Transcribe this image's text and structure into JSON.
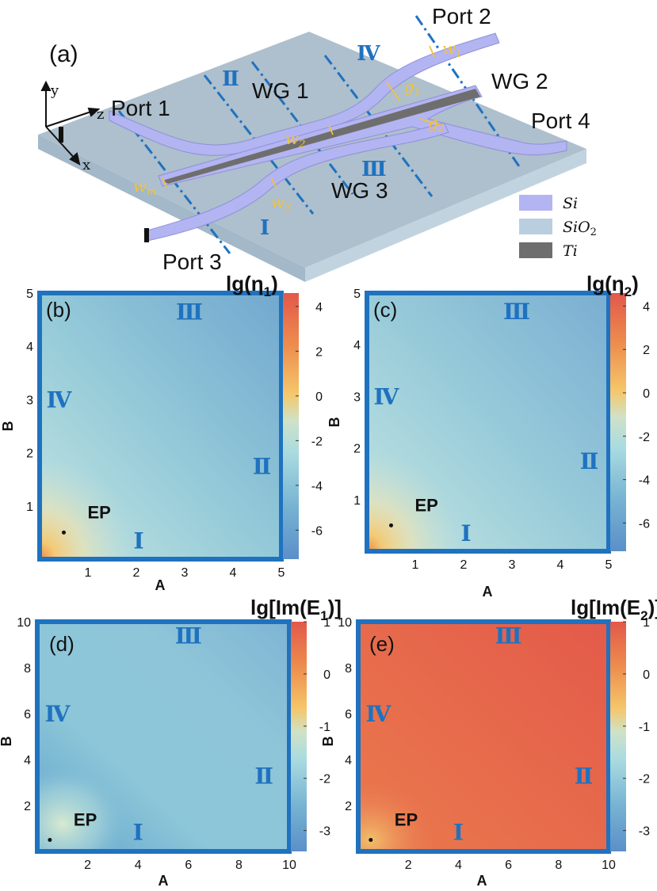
{
  "colors": {
    "si": "#b3b4f2",
    "sio2": "#b9cfe0",
    "ti": "#6e6e6e",
    "frame": "#1f72bf",
    "roman": "#1f72bf",
    "label": "#f2c23c",
    "substrate_top": "#a9bccb"
  },
  "panel_a": {
    "letter": "(a)",
    "ports": [
      "Port 1",
      "Port 2",
      "Port 3",
      "Port 4"
    ],
    "waveguides": [
      "WG 1",
      "WG 2",
      "WG 3"
    ],
    "regions": [
      "Ⅰ",
      "Ⅱ",
      "Ⅲ",
      "Ⅳ"
    ],
    "axes": [
      "y",
      "z",
      "x"
    ],
    "dimension_labels": [
      "w",
      "1",
      "g",
      "1",
      "w",
      "2",
      "g",
      "2",
      "w",
      "m",
      "w",
      "3"
    ],
    "legend": [
      {
        "name": "Si",
        "color": "#b3b4f2"
      },
      {
        "name": "SiO",
        "sub": "2",
        "color": "#b9cfe0"
      },
      {
        "name": "Ti",
        "color": "#6e6e6e"
      }
    ]
  },
  "chart_data": [
    {
      "type": "heatmap",
      "panel": "(b)",
      "colorbar_title": "lg(η",
      "colorbar_title_sub": "1",
      "colorbar_title_end": ")",
      "xlabel": "A",
      "ylabel": "B",
      "xlim": [
        0,
        5
      ],
      "ylim": [
        0,
        5
      ],
      "xticks": [
        "1",
        "2",
        "3",
        "4",
        "5"
      ],
      "yticks": [
        "1",
        "2",
        "3",
        "4",
        "5"
      ],
      "colorbar_ticks": [
        "4",
        "2",
        "0",
        "-2",
        "-4",
        "-6"
      ],
      "colorbar_range": [
        -7.3,
        4.6
      ],
      "ep": {
        "label": "EP",
        "x": 0.5,
        "y": 0.5
      },
      "region_labels": [
        {
          "text": "Ⅲ",
          "x": 3.1,
          "y": 4.65
        },
        {
          "text": "Ⅳ",
          "x": 0.4,
          "y": 3.0
        },
        {
          "text": "Ⅱ",
          "x": 4.6,
          "y": 1.75
        },
        {
          "text": "Ⅰ",
          "x": 2.05,
          "y": 0.35
        }
      ]
    },
    {
      "type": "heatmap",
      "panel": "(c)",
      "colorbar_title": "lg(η",
      "colorbar_title_sub": "2",
      "colorbar_title_end": ")",
      "xlabel": "A",
      "ylabel": "B",
      "xlim": [
        0,
        5
      ],
      "ylim": [
        0,
        5
      ],
      "xticks": [
        "1",
        "2",
        "3",
        "4",
        "5"
      ],
      "yticks": [
        "1",
        "2",
        "3",
        "4",
        "5"
      ],
      "colorbar_ticks": [
        "4",
        "2",
        "0",
        "-2",
        "-4",
        "-6"
      ],
      "colorbar_range": [
        -7.3,
        4.6
      ],
      "ep": {
        "label": "EP",
        "x": 0.5,
        "y": 0.5
      },
      "region_labels": [
        {
          "text": "Ⅲ",
          "x": 3.1,
          "y": 4.65
        },
        {
          "text": "Ⅳ",
          "x": 0.4,
          "y": 3.0
        },
        {
          "text": "Ⅱ",
          "x": 4.6,
          "y": 1.75
        },
        {
          "text": "Ⅰ",
          "x": 2.05,
          "y": 0.35
        }
      ]
    },
    {
      "type": "heatmap",
      "panel": "(d)",
      "colorbar_title": "lg[Im(E",
      "colorbar_title_sub": "1",
      "colorbar_title_end": ")]",
      "xlabel": "A",
      "ylabel": "B",
      "xlim": [
        0,
        10
      ],
      "ylim": [
        0,
        10
      ],
      "xticks": [
        "2",
        "4",
        "6",
        "8",
        "10"
      ],
      "yticks": [
        "2",
        "4",
        "6",
        "8",
        "10"
      ],
      "colorbar_ticks": [
        "1",
        "0",
        "-1",
        "-2",
        "-3"
      ],
      "colorbar_range": [
        -3.4,
        1.0
      ],
      "ep": {
        "label": "EP",
        "x": 0.5,
        "y": 0.5
      },
      "region_labels": [
        {
          "text": "Ⅲ",
          "x": 6.0,
          "y": 9.4
        },
        {
          "text": "Ⅳ",
          "x": 0.8,
          "y": 6.0
        },
        {
          "text": "Ⅱ",
          "x": 9.0,
          "y": 3.3
        },
        {
          "text": "Ⅰ",
          "x": 4.0,
          "y": 0.85
        }
      ]
    },
    {
      "type": "heatmap",
      "panel": "(e)",
      "colorbar_title": "lg[Im(E",
      "colorbar_title_sub": "2",
      "colorbar_title_end": ")]",
      "xlabel": "A",
      "ylabel": "B",
      "xlim": [
        0,
        10
      ],
      "ylim": [
        0,
        10
      ],
      "xticks": [
        "2",
        "4",
        "6",
        "8",
        "10"
      ],
      "yticks": [
        "2",
        "4",
        "6",
        "8",
        "10"
      ],
      "colorbar_ticks": [
        "1",
        "0",
        "-1",
        "-2",
        "-3"
      ],
      "colorbar_range": [
        -3.4,
        1.0
      ],
      "ep": {
        "label": "EP",
        "x": 0.5,
        "y": 0.5
      },
      "region_labels": [
        {
          "text": "Ⅲ",
          "x": 6.0,
          "y": 9.4
        },
        {
          "text": "Ⅳ",
          "x": 0.8,
          "y": 6.0
        },
        {
          "text": "Ⅱ",
          "x": 9.0,
          "y": 3.3
        },
        {
          "text": "Ⅰ",
          "x": 4.0,
          "y": 0.85
        }
      ]
    }
  ]
}
